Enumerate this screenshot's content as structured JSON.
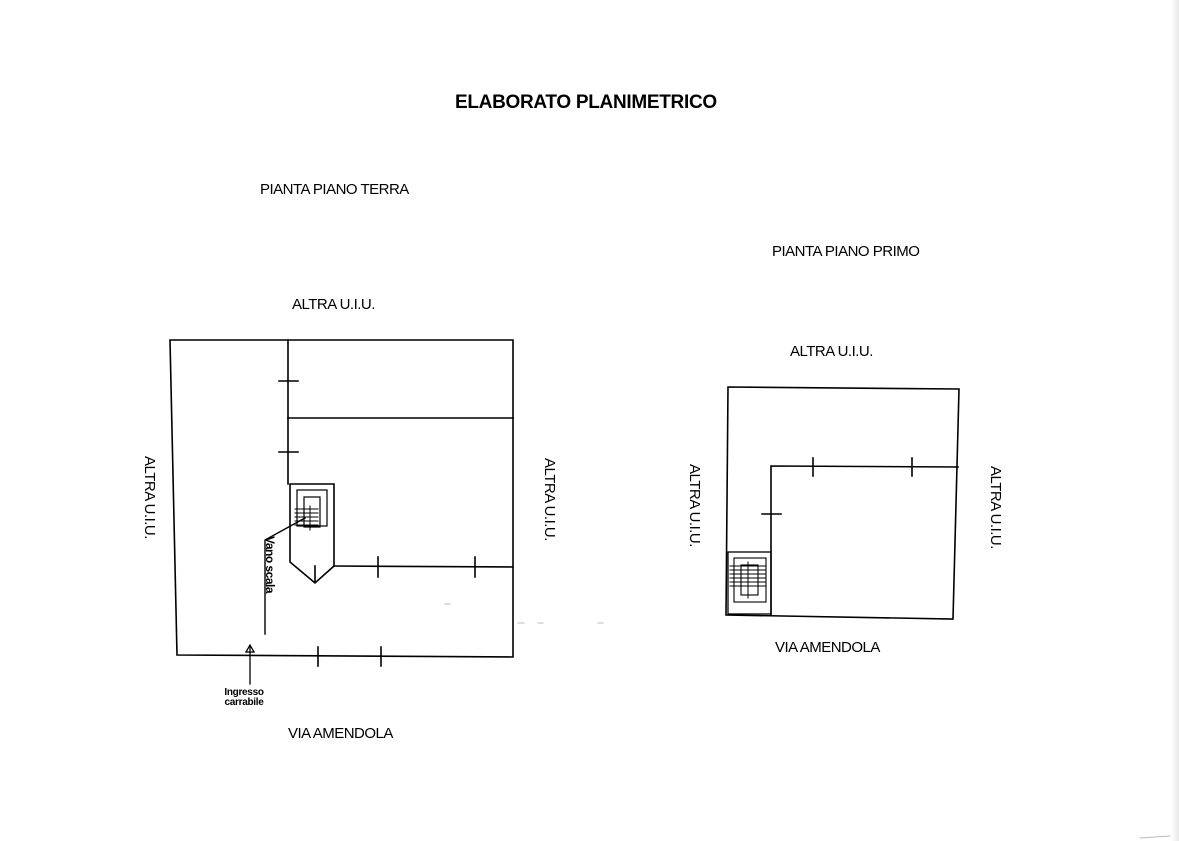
{
  "title": "ELABORATO PLANIMETRICO",
  "ground_floor": {
    "heading": "PIANTA PIANO TERRA",
    "top_label": "ALTRA U.I.U.",
    "left_label": "ALTRA U.I.U.",
    "right_label": "ALTRA U.I.U.",
    "bottom_label": "VIA AMENDOLA",
    "stair_label": "Vano scala",
    "entrance_line1": "Ingresso",
    "entrance_line2": "carrabile"
  },
  "first_floor": {
    "heading": "PIANTA PIANO PRIMO",
    "top_label": "ALTRA U.I.U.",
    "left_label": "ALTRA U.I.U.",
    "right_label": "ALTRA U.I.U.",
    "bottom_label": "VIA AMENDOLA"
  }
}
